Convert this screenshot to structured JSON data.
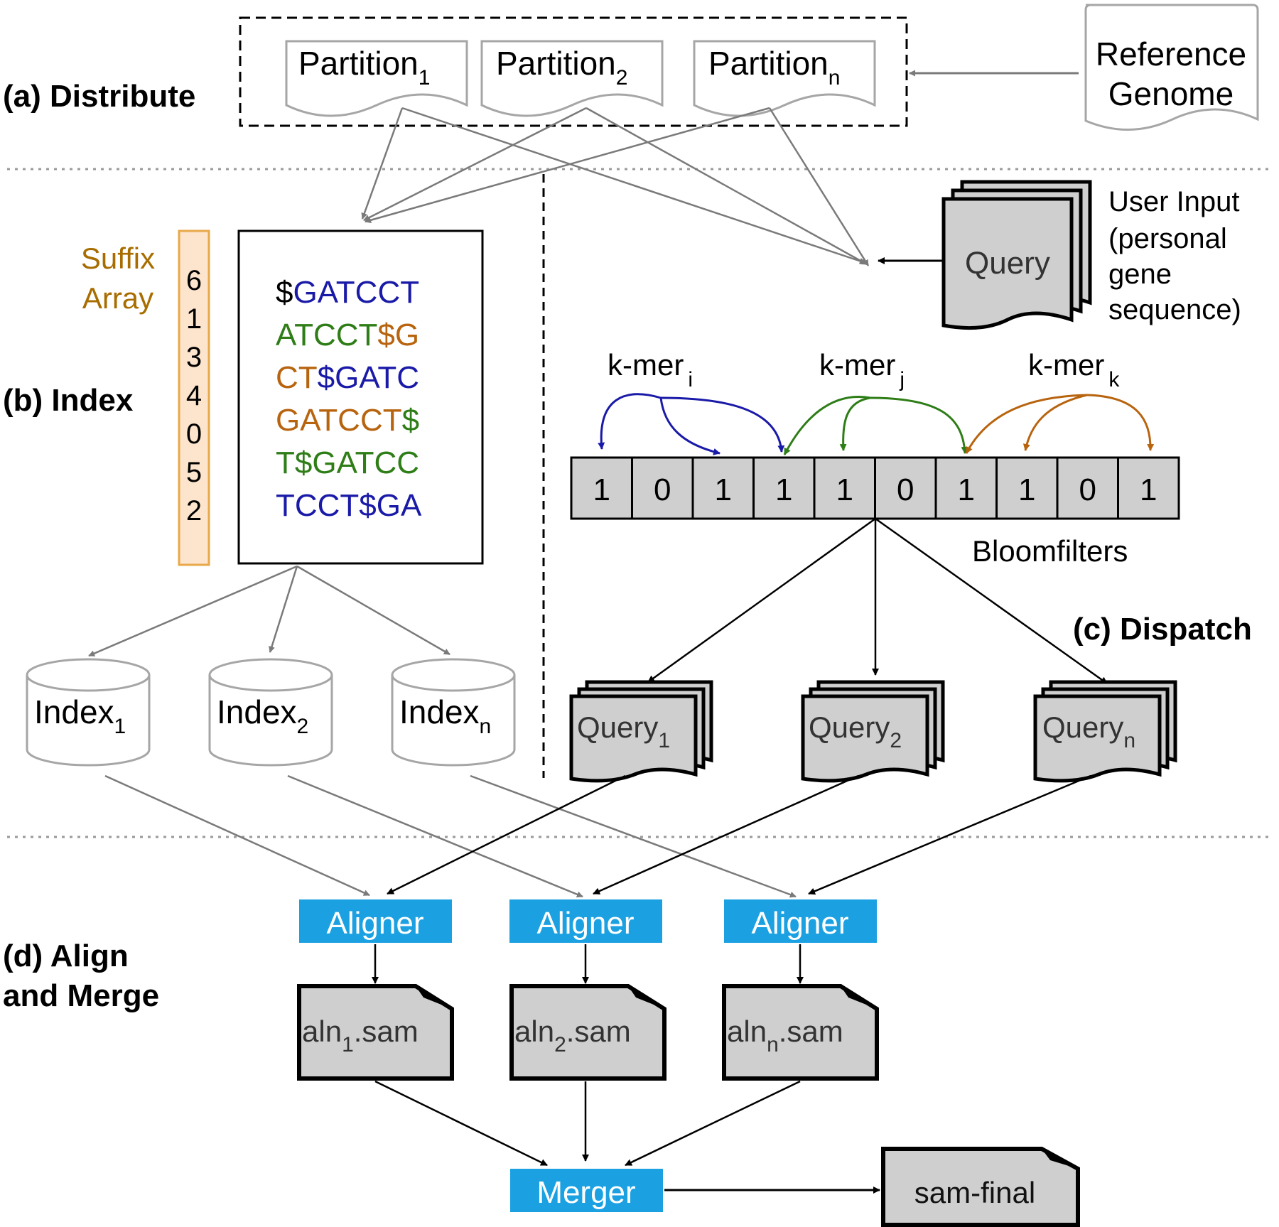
{
  "stages": {
    "distribute": "(a) Distribute",
    "index": "(b) Index",
    "dispatch": "(c) Dispatch",
    "align_line1": "(d) Align",
    "align_line2": "and Merge"
  },
  "partitions": [
    {
      "base": "Partition",
      "sub": "1"
    },
    {
      "base": "Partition",
      "sub": "2"
    },
    {
      "base": "Partition",
      "sub": "n"
    }
  ],
  "reference": {
    "line1": "Reference",
    "line2": "Genome"
  },
  "suffix_array": {
    "label_line1": "Suffix",
    "label_line2": "Array",
    "values": [
      "6",
      "1",
      "3",
      "4",
      "0",
      "5",
      "2"
    ]
  },
  "bwt_rows": [
    [
      {
        "t": "$",
        "c": "#000000"
      },
      {
        "t": "GATCCT",
        "c": "#1a1aa8"
      }
    ],
    [
      {
        "t": "ATCCT",
        "c": "#2e7d17"
      },
      {
        "t": "$G",
        "c": "#b8640f"
      }
    ],
    [
      {
        "t": "CT",
        "c": "#b8640f"
      },
      {
        "t": "$GATC",
        "c": "#1a1aa8"
      }
    ],
    [
      {
        "t": "GATCCT",
        "c": "#b8640f"
      },
      {
        "t": "$",
        "c": "#2e7d17"
      }
    ],
    [
      {
        "t": "T$GATCC",
        "c": "#2e7d17"
      }
    ],
    [
      {
        "t": "TCCT$GA",
        "c": "#1a1aa8"
      }
    ]
  ],
  "indexes": [
    {
      "base": "Index",
      "sub": "1"
    },
    {
      "base": "Index",
      "sub": "2"
    },
    {
      "base": "Index",
      "sub": "n"
    }
  ],
  "user_input": {
    "lines": [
      "User Input",
      "(personal",
      "gene",
      "sequence)"
    ],
    "query": "Query"
  },
  "kmers": [
    {
      "base": "k-mer",
      "sub": "i",
      "color": "#1a1aa8"
    },
    {
      "base": "k-mer",
      "sub": "j",
      "color": "#2e7d17"
    },
    {
      "base": "k-mer",
      "sub": "k",
      "color": "#b8640f"
    }
  ],
  "bloom": {
    "bits": [
      "1",
      "0",
      "1",
      "1",
      "1",
      "0",
      "1",
      "1",
      "0",
      "1"
    ],
    "label": "Bloomfilters"
  },
  "queries": [
    {
      "base": "Query",
      "sub": "1"
    },
    {
      "base": "Query",
      "sub": "2"
    },
    {
      "base": "Query",
      "sub": "n"
    }
  ],
  "aligners": [
    "Aligner",
    "Aligner",
    "Aligner"
  ],
  "alignments": [
    {
      "pre": "aln",
      "sub": "1",
      "post": ".sam"
    },
    {
      "pre": "aln",
      "sub": "2",
      "post": ".sam"
    },
    {
      "pre": "aln",
      "sub": "n",
      "post": ".sam"
    }
  ],
  "merger": "Merger",
  "final": "sam-final",
  "colors": {
    "aligner_fill": "#1ba1e2",
    "doc_fill": "#cfcfcf",
    "suffix_fill": "#fde4cc",
    "suffix_stroke": "#e8a84a",
    "suffix_label": "#a86d00"
  }
}
